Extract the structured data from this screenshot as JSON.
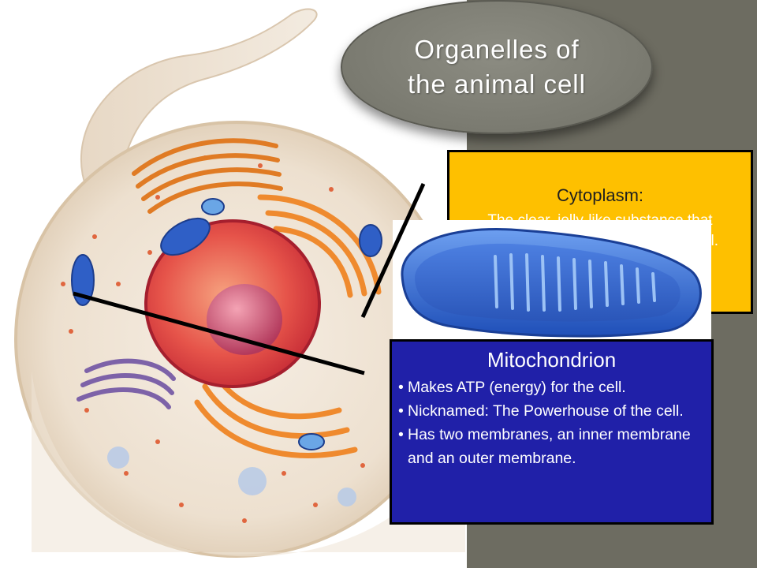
{
  "title": {
    "line1": "Organelles of",
    "line2": "the animal cell"
  },
  "cytoplasm": {
    "heading": "Cytoplasm:",
    "description": "The clear, jelly-like substance that surrounds the organelles in the cell."
  },
  "mitochondrion": {
    "heading": "Mitochondrion",
    "bullets": [
      "Makes ATP (energy) for the cell.",
      "Nicknamed: The Powerhouse of the cell.",
      "Has two membranes, an inner membrane and an outer membrane."
    ]
  },
  "colors": {
    "panel": "#6d6c61",
    "title_oval": "#7a7a70",
    "cytoplasm_box": "#fec000",
    "mitochondrion_box": "#2020a8",
    "mitochondrion_organelle": "#3a6fd1"
  }
}
